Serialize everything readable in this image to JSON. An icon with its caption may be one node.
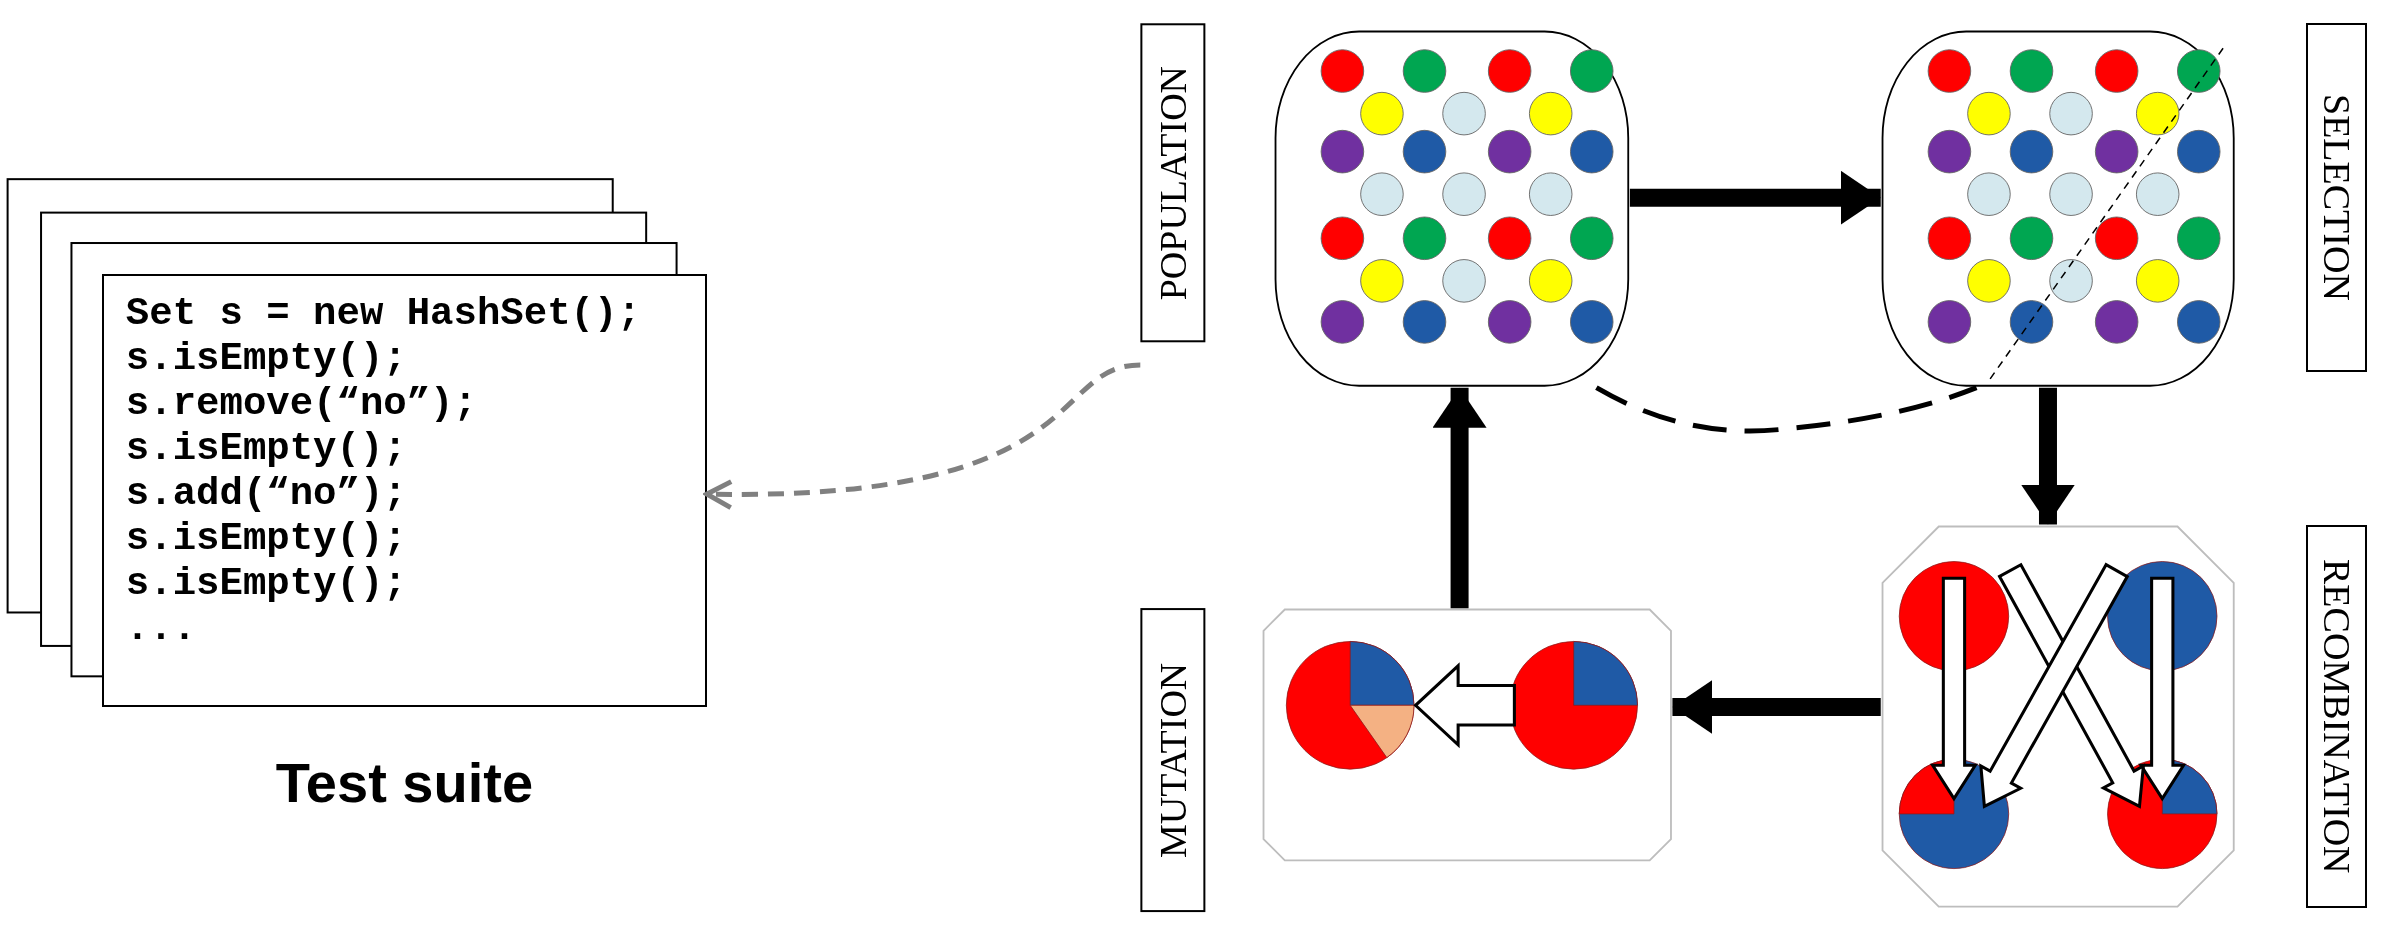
{
  "diagram": {
    "nodes": [
      {
        "text": [
          "Set s = new HashSet();",
          "s.isEmpty();",
          "s.remove(“no”);",
          "s.isEmpty();",
          "s.add(“no”);",
          "s.isEmpty();",
          "s.isEmpty();",
          "..."
        ],
        "beside": [
          "Test suite"
        ]
      },
      {
        "text": [
          "POPULATION"
        ]
      },
      {
        "text": [
          "SELECTION"
        ]
      },
      {
        "text": [
          "RECOMBINATION"
        ]
      },
      {
        "text": [
          "MUTATION"
        ]
      }
    ],
    "edges": [
      {
        "from": 1,
        "to": 2,
        "arrow": "to"
      },
      {
        "from": 2,
        "to": 3,
        "arrow": "to"
      },
      {
        "from": 3,
        "to": 4,
        "arrow": "to"
      },
      {
        "from": 4,
        "to": 1,
        "arrow": "to"
      },
      {
        "from": 1,
        "to": 2,
        "arrow": "none",
        "style": "dashed"
      },
      {
        "from": 1,
        "to": 0,
        "arrow": "to",
        "style": "dashed",
        "color": "#808080"
      }
    ]
  }
}
